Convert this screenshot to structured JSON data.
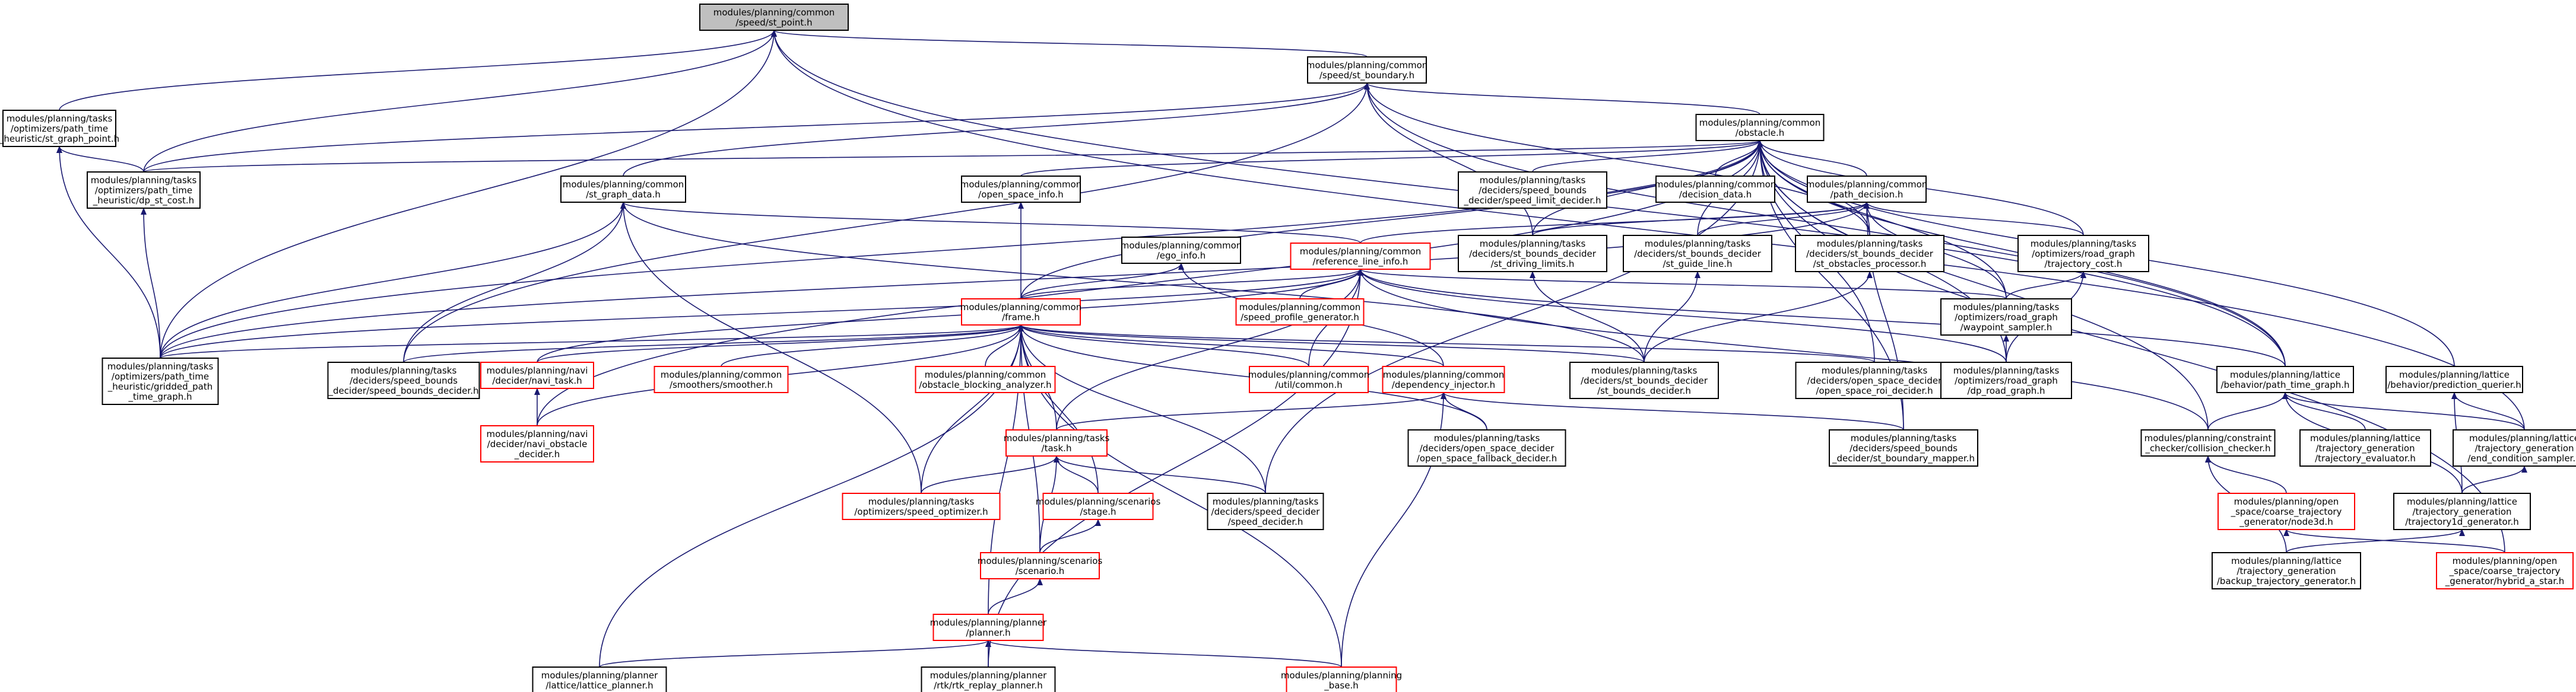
{
  "colors": {
    "edge": "#191970",
    "border_black": "#000000",
    "border_red": "#ff0000",
    "root_fill": "#bfbfbf"
  },
  "nodes": [
    {
      "id": "st_point",
      "label": [
        "modules/planning/common",
        "/speed/st_point.h"
      ],
      "border": "black",
      "root": true
    },
    {
      "id": "st_boundary",
      "label": [
        "modules/planning/common",
        "/speed/st_boundary.h"
      ],
      "border": "black"
    },
    {
      "id": "st_graph_point",
      "label": [
        "modules/planning/tasks",
        "/optimizers/path_time",
        "_heuristic/st_graph_point.h"
      ],
      "border": "black"
    },
    {
      "id": "obstacle",
      "label": [
        "modules/planning/common",
        "/obstacle.h"
      ],
      "border": "black"
    },
    {
      "id": "dp_st_cost",
      "label": [
        "modules/planning/tasks",
        "/optimizers/path_time",
        "_heuristic/dp_st_cost.h"
      ],
      "border": "black"
    },
    {
      "id": "st_graph_data",
      "label": [
        "modules/planning/common",
        "/st_graph_data.h"
      ],
      "border": "black"
    },
    {
      "id": "open_space_info",
      "label": [
        "modules/planning/common",
        "/open_space_info.h"
      ],
      "border": "black"
    },
    {
      "id": "speed_limit_decider",
      "label": [
        "modules/planning/tasks",
        "/deciders/speed_bounds",
        "_decider/speed_limit_decider.h"
      ],
      "border": "black"
    },
    {
      "id": "decision_data",
      "label": [
        "modules/planning/common",
        "/decision_data.h"
      ],
      "border": "black"
    },
    {
      "id": "path_decision",
      "label": [
        "modules/planning/common",
        "/path_decision.h"
      ],
      "border": "black"
    },
    {
      "id": "ego_info",
      "label": [
        "modules/planning/common",
        "/ego_info.h"
      ],
      "border": "black"
    },
    {
      "id": "reference_line_info",
      "label": [
        "modules/planning/common",
        "/reference_line_info.h"
      ],
      "border": "red"
    },
    {
      "id": "st_driving_limits",
      "label": [
        "modules/planning/tasks",
        "/deciders/st_bounds_decider",
        "/st_driving_limits.h"
      ],
      "border": "black"
    },
    {
      "id": "st_guide_line",
      "label": [
        "modules/planning/tasks",
        "/deciders/st_bounds_decider",
        "/st_guide_line.h"
      ],
      "border": "black"
    },
    {
      "id": "st_obstacles_processor",
      "label": [
        "modules/planning/tasks",
        "/deciders/st_bounds_decider",
        "/st_obstacles_processor.h"
      ],
      "border": "black"
    },
    {
      "id": "trajectory_cost",
      "label": [
        "modules/planning/tasks",
        "/optimizers/road_graph",
        "/trajectory_cost.h"
      ],
      "border": "black"
    },
    {
      "id": "speed_profile_generator",
      "label": [
        "modules/planning/common",
        "/speed_profile_generator.h"
      ],
      "border": "red"
    },
    {
      "id": "frame",
      "label": [
        "modules/planning/common",
        "/frame.h"
      ],
      "border": "red"
    },
    {
      "id": "waypoint_sampler",
      "label": [
        "modules/planning/tasks",
        "/optimizers/road_graph",
        "/waypoint_sampler.h"
      ],
      "border": "black"
    },
    {
      "id": "gridded_path_time_graph",
      "label": [
        "modules/planning/tasks",
        "/optimizers/path_time",
        "_heuristic/gridded_path",
        "_time_graph.h"
      ],
      "border": "black"
    },
    {
      "id": "speed_bounds_decider",
      "label": [
        "modules/planning/tasks",
        "/deciders/speed_bounds",
        "_decider/speed_bounds_decider.h"
      ],
      "border": "black"
    },
    {
      "id": "navi_task",
      "label": [
        "modules/planning/navi",
        "/decider/navi_task.h"
      ],
      "border": "red"
    },
    {
      "id": "smoother",
      "label": [
        "modules/planning/common",
        "/smoothers/smoother.h"
      ],
      "border": "red"
    },
    {
      "id": "obstacle_blocking_analyzer",
      "label": [
        "modules/planning/common",
        "/obstacle_blocking_analyzer.h"
      ],
      "border": "red"
    },
    {
      "id": "util_common",
      "label": [
        "modules/planning/common",
        "/util/common.h"
      ],
      "border": "red"
    },
    {
      "id": "dependency_injector",
      "label": [
        "modules/planning/common",
        "/dependency_injector.h"
      ],
      "border": "red"
    },
    {
      "id": "st_bounds_decider",
      "label": [
        "modules/planning/tasks",
        "/deciders/st_bounds_decider",
        "/st_bounds_decider.h"
      ],
      "border": "black"
    },
    {
      "id": "open_space_roi_decider",
      "label": [
        "modules/planning/tasks",
        "/deciders/open_space_decider",
        "/open_space_roi_decider.h"
      ],
      "border": "black"
    },
    {
      "id": "dp_road_graph",
      "label": [
        "modules/planning/tasks",
        "/optimizers/road_graph",
        "/dp_road_graph.h"
      ],
      "border": "black"
    },
    {
      "id": "path_time_graph",
      "label": [
        "modules/planning/lattice",
        "/behavior/path_time_graph.h"
      ],
      "border": "black"
    },
    {
      "id": "prediction_querier",
      "label": [
        "modules/planning/lattice",
        "/behavior/prediction_querier.h"
      ],
      "border": "black"
    },
    {
      "id": "navi_obstacle_decider",
      "label": [
        "modules/planning/navi",
        "/decider/navi_obstacle",
        "_decider.h"
      ],
      "border": "red"
    },
    {
      "id": "task",
      "label": [
        "modules/planning/tasks",
        "/task.h"
      ],
      "border": "red"
    },
    {
      "id": "open_space_fallback_decider",
      "label": [
        "modules/planning/tasks",
        "/deciders/open_space_decider",
        "/open_space_fallback_decider.h"
      ],
      "border": "black"
    },
    {
      "id": "st_boundary_mapper",
      "label": [
        "modules/planning/tasks",
        "/deciders/speed_bounds",
        "_decider/st_boundary_mapper.h"
      ],
      "border": "black"
    },
    {
      "id": "collision_checker",
      "label": [
        "modules/planning/constraint",
        "_checker/collision_checker.h"
      ],
      "border": "black"
    },
    {
      "id": "trajectory_evaluator",
      "label": [
        "modules/planning/lattice",
        "/trajectory_generation",
        "/trajectory_evaluator.h"
      ],
      "border": "black"
    },
    {
      "id": "end_condition_sampler",
      "label": [
        "modules/planning/lattice",
        "/trajectory_generation",
        "/end_condition_sampler.h"
      ],
      "border": "black"
    },
    {
      "id": "speed_optimizer",
      "label": [
        "modules/planning/tasks",
        "/optimizers/speed_optimizer.h"
      ],
      "border": "red"
    },
    {
      "id": "stage",
      "label": [
        "modules/planning/scenarios",
        "/stage.h"
      ],
      "border": "red"
    },
    {
      "id": "speed_decider",
      "label": [
        "modules/planning/tasks",
        "/deciders/speed_decider",
        "/speed_decider.h"
      ],
      "border": "black"
    },
    {
      "id": "node3d",
      "label": [
        "modules/planning/open",
        "_space/coarse_trajectory",
        "_generator/node3d.h"
      ],
      "border": "red"
    },
    {
      "id": "trajectory1d_generator",
      "label": [
        "modules/planning/lattice",
        "/trajectory_generation",
        "/trajectory1d_generator.h"
      ],
      "border": "black"
    },
    {
      "id": "scenario",
      "label": [
        "modules/planning/scenarios",
        "/scenario.h"
      ],
      "border": "red"
    },
    {
      "id": "backup_trajectory_generator",
      "label": [
        "modules/planning/lattice",
        "/trajectory_generation",
        "/backup_trajectory_generator.h"
      ],
      "border": "black"
    },
    {
      "id": "hybrid_a_star",
      "label": [
        "modules/planning/open",
        "_space/coarse_trajectory",
        "_generator/hybrid_a_star.h"
      ],
      "border": "red"
    },
    {
      "id": "planner",
      "label": [
        "modules/planning/planner",
        "/planner.h"
      ],
      "border": "red"
    },
    {
      "id": "lattice_planner",
      "label": [
        "modules/planning/planner",
        "/lattice/lattice_planner.h"
      ],
      "border": "black"
    },
    {
      "id": "rtk_replay_planner",
      "label": [
        "modules/planning/planner",
        "/rtk/rtk_replay_planner.h"
      ],
      "border": "black"
    },
    {
      "id": "planning_base",
      "label": [
        "modules/planning/planning",
        "_base.h"
      ],
      "border": "red"
    }
  ],
  "edges": [
    [
      "st_boundary",
      "st_point"
    ],
    [
      "st_graph_point",
      "st_point"
    ],
    [
      "dp_st_cost",
      "st_point"
    ],
    [
      "gridded_path_time_graph",
      "st_point"
    ],
    [
      "path_time_graph",
      "st_point"
    ],
    [
      "end_condition_sampler",
      "st_point"
    ],
    [
      "obstacle",
      "st_boundary"
    ],
    [
      "st_graph_data",
      "st_boundary"
    ],
    [
      "dp_st_cost",
      "st_boundary"
    ],
    [
      "st_driving_limits",
      "st_boundary"
    ],
    [
      "st_obstacles_processor",
      "st_boundary"
    ],
    [
      "path_time_graph",
      "st_boundary"
    ],
    [
      "speed_bounds_decider",
      "st_boundary"
    ],
    [
      "dp_st_cost",
      "st_graph_point"
    ],
    [
      "gridded_path_time_graph",
      "st_graph_point"
    ],
    [
      "dp_st_cost",
      "obstacle"
    ],
    [
      "open_space_info",
      "obstacle"
    ],
    [
      "speed_limit_decider",
      "obstacle"
    ],
    [
      "decision_data",
      "obstacle"
    ],
    [
      "path_decision",
      "obstacle"
    ],
    [
      "frame",
      "obstacle"
    ],
    [
      "st_driving_limits",
      "obstacle"
    ],
    [
      "st_guide_line",
      "obstacle"
    ],
    [
      "st_obstacles_processor",
      "obstacle"
    ],
    [
      "waypoint_sampler",
      "obstacle"
    ],
    [
      "dp_road_graph",
      "obstacle"
    ],
    [
      "trajectory_cost",
      "obstacle"
    ],
    [
      "path_time_graph",
      "obstacle"
    ],
    [
      "prediction_querier",
      "obstacle"
    ],
    [
      "navi_obstacle_decider",
      "obstacle"
    ],
    [
      "open_space_roi_decider",
      "obstacle"
    ],
    [
      "st_boundary_mapper",
      "obstacle"
    ],
    [
      "collision_checker",
      "obstacle"
    ],
    [
      "speed_decider",
      "obstacle"
    ],
    [
      "hybrid_a_star",
      "obstacle"
    ],
    [
      "gridded_path_time_graph",
      "obstacle"
    ],
    [
      "gridded_path_time_graph",
      "dp_st_cost"
    ],
    [
      "reference_line_info",
      "st_graph_data"
    ],
    [
      "gridded_path_time_graph",
      "st_graph_data"
    ],
    [
      "speed_bounds_decider",
      "st_graph_data"
    ],
    [
      "speed_optimizer",
      "st_graph_data"
    ],
    [
      "st_bounds_decider",
      "st_graph_data"
    ],
    [
      "frame",
      "open_space_info"
    ],
    [
      "reference_line_info",
      "path_decision"
    ],
    [
      "st_guide_line",
      "path_decision"
    ],
    [
      "st_obstacles_processor",
      "path_decision"
    ],
    [
      "trajectory_cost",
      "path_decision"
    ],
    [
      "waypoint_sampler",
      "path_decision"
    ],
    [
      "st_boundary_mapper",
      "path_decision"
    ],
    [
      "gridded_path_time_graph",
      "path_decision"
    ],
    [
      "st_driving_limits",
      "path_decision"
    ],
    [
      "frame",
      "ego_info"
    ],
    [
      "dependency_injector",
      "ego_info"
    ],
    [
      "frame",
      "reference_line_info"
    ],
    [
      "speed_profile_generator",
      "reference_line_info"
    ],
    [
      "util_common",
      "reference_line_info"
    ],
    [
      "task",
      "reference_line_info"
    ],
    [
      "waypoint_sampler",
      "reference_line_info"
    ],
    [
      "navi_task",
      "reference_line_info"
    ],
    [
      "gridded_path_time_graph",
      "reference_line_info"
    ],
    [
      "collision_checker",
      "reference_line_info"
    ],
    [
      "path_time_graph",
      "reference_line_info"
    ],
    [
      "dp_road_graph",
      "reference_line_info"
    ],
    [
      "rtk_replay_planner",
      "reference_line_info"
    ],
    [
      "st_bounds_decider",
      "st_driving_limits"
    ],
    [
      "st_bounds_decider",
      "st_guide_line"
    ],
    [
      "st_bounds_decider",
      "st_obstacles_processor"
    ],
    [
      "waypoint_sampler",
      "trajectory_cost"
    ],
    [
      "dp_road_graph",
      "trajectory_cost"
    ],
    [
      "speed_bounds_decider",
      "frame"
    ],
    [
      "navi_task",
      "frame"
    ],
    [
      "smoother",
      "frame"
    ],
    [
      "obstacle_blocking_analyzer",
      "frame"
    ],
    [
      "util_common",
      "frame"
    ],
    [
      "dependency_injector",
      "frame"
    ],
    [
      "st_bounds_decider",
      "frame"
    ],
    [
      "open_space_roi_decider",
      "frame"
    ],
    [
      "navi_obstacle_decider",
      "frame"
    ],
    [
      "task",
      "frame"
    ],
    [
      "open_space_fallback_decider",
      "frame"
    ],
    [
      "speed_optimizer",
      "frame"
    ],
    [
      "stage",
      "frame"
    ],
    [
      "speed_decider",
      "frame"
    ],
    [
      "scenario",
      "frame"
    ],
    [
      "planner",
      "frame"
    ],
    [
      "lattice_planner",
      "frame"
    ],
    [
      "planning_base",
      "frame"
    ],
    [
      "gridded_path_time_graph",
      "frame"
    ],
    [
      "dp_road_graph",
      "waypoint_sampler"
    ],
    [
      "navi_obstacle_decider",
      "navi_task"
    ],
    [
      "task",
      "dependency_injector"
    ],
    [
      "open_space_fallback_decider",
      "dependency_injector"
    ],
    [
      "st_boundary_mapper",
      "dependency_injector"
    ],
    [
      "planning_base",
      "dependency_injector"
    ],
    [
      "collision_checker",
      "path_time_graph"
    ],
    [
      "trajectory_evaluator",
      "path_time_graph"
    ],
    [
      "end_condition_sampler",
      "path_time_graph"
    ],
    [
      "trajectory1d_generator",
      "path_time_graph"
    ],
    [
      "end_condition_sampler",
      "prediction_querier"
    ],
    [
      "trajectory1d_generator",
      "prediction_querier"
    ],
    [
      "speed_optimizer",
      "task"
    ],
    [
      "stage",
      "task"
    ],
    [
      "speed_decider",
      "task"
    ],
    [
      "scenario",
      "task"
    ],
    [
      "node3d",
      "collision_checker"
    ],
    [
      "backup_trajectory_generator",
      "collision_checker"
    ],
    [
      "trajectory1d_generator",
      "end_condition_sampler"
    ],
    [
      "scenario",
      "stage"
    ],
    [
      "hybrid_a_star",
      "node3d"
    ],
    [
      "backup_trajectory_generator",
      "trajectory1d_generator"
    ],
    [
      "planner",
      "scenario"
    ],
    [
      "lattice_planner",
      "planner"
    ],
    [
      "rtk_replay_planner",
      "planner"
    ],
    [
      "planning_base",
      "planner"
    ]
  ]
}
